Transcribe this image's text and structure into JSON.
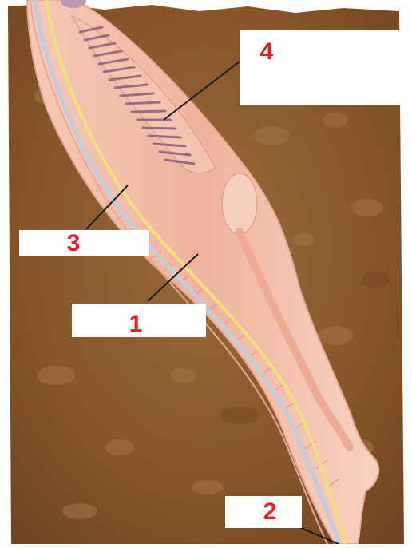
{
  "diagram": {
    "subject": "lancelet-anatomy",
    "labels": [
      {
        "id": "1",
        "text": "1"
      },
      {
        "id": "2",
        "text": "2"
      },
      {
        "id": "3",
        "text": "3"
      },
      {
        "id": "4",
        "text": "4"
      }
    ]
  },
  "colors": {
    "soil": "#8b5a2b",
    "body": "#f2b9a4",
    "notochord": "#c8cbd6",
    "nerve_cord": "#f2e07a",
    "label_text": "#e0202a",
    "label_box": "#ffffff"
  }
}
